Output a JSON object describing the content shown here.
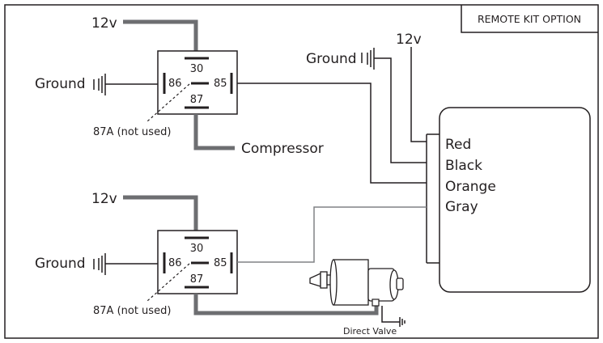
{
  "title": "REMOTE KIT OPTION",
  "relays": [
    {
      "supply_label": "12v",
      "ground_label": "Ground",
      "pins": {
        "p30": "30",
        "p86": "86",
        "p85": "85",
        "p87": "87"
      },
      "unused_label": "87A (not used)",
      "output_label": "Compressor"
    },
    {
      "supply_label": "12v",
      "ground_label": "Ground",
      "pins": {
        "p30": "30",
        "p86": "86",
        "p85": "85",
        "p87": "87"
      },
      "unused_label": "87A (not used)",
      "output_label": ""
    }
  ],
  "module": {
    "supply_label": "12v",
    "ground_label": "Ground",
    "wires": [
      "Red",
      "Black",
      "Orange",
      "Gray"
    ]
  },
  "valve_label": "Direct Valve",
  "colors": {
    "thick_wire": "#6d6e71",
    "line": "#231f20",
    "signal_wire": "#808285",
    "border": "#231f20"
  }
}
